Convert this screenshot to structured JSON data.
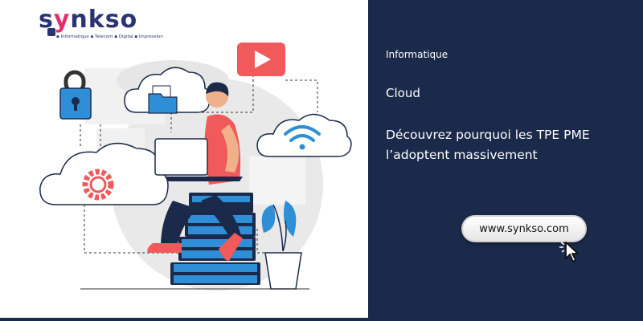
{
  "brand": {
    "name_prefix": "s",
    "name_y": "y",
    "name_suffix": "nkso",
    "tagline": "▪ Informatique ▪ Telecom ▪ Digital ▪ Impression"
  },
  "article": {
    "category": "Informatique",
    "topic": "Cloud",
    "headline": "Découvrez pourquoi les TPE PME l’adoptent massivement"
  },
  "cta": {
    "url_label": "www.synkso.com"
  },
  "colors": {
    "navy": "#1b2a4a",
    "accent_red": "#f05a5a",
    "accent_blue": "#2f8fd6"
  },
  "icons": [
    "lock-icon",
    "folder-icon",
    "play-icon",
    "wifi-icon",
    "gear-icon",
    "cursor-icon"
  ]
}
